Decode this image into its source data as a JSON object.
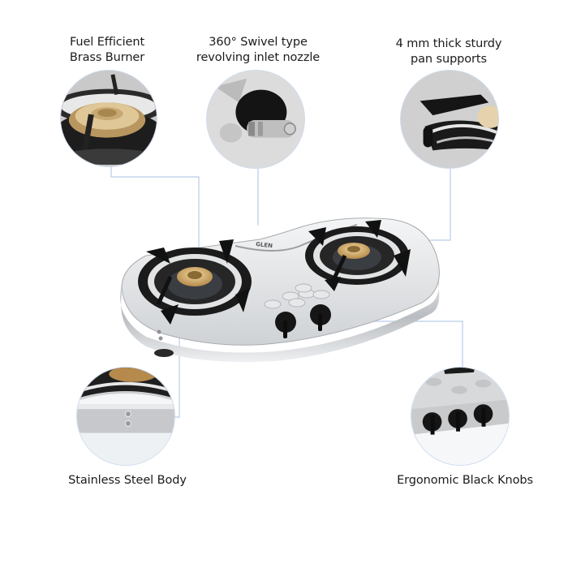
{
  "features": [
    {
      "id": "burner",
      "label_line1": "Fuel Efficient",
      "label_line2": "Brass Burner",
      "icon": "brass-burner-closeup"
    },
    {
      "id": "nozzle",
      "label_line1": "360° Swivel type",
      "label_line2": "revolving inlet nozzle",
      "icon": "inlet-nozzle-closeup"
    },
    {
      "id": "pan_supports",
      "label_line1": "4 mm thick sturdy",
      "label_line2": "pan supports",
      "icon": "pan-support-closeup"
    },
    {
      "id": "body",
      "label_line1": "Stainless Steel Body",
      "icon": "steel-body-closeup"
    },
    {
      "id": "knobs",
      "label_line1": "Ergonomic Black Knobs",
      "icon": "black-knobs-closeup"
    }
  ],
  "product": {
    "brand": "GLEN",
    "burner_count": 2,
    "knob_count": 2
  },
  "colors": {
    "leader_line": "#b9cdea",
    "circle_border": "#cfdcef",
    "brass": "#d6ad6a",
    "steel": "#d7d9dc",
    "black_part": "#1c1c1e"
  }
}
